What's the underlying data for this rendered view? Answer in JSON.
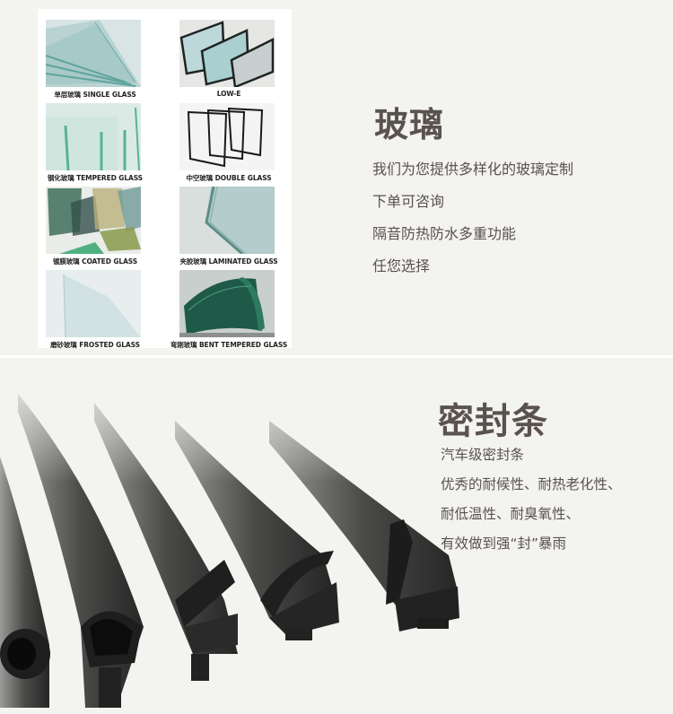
{
  "glass_section": {
    "title": "玻璃",
    "lines": [
      "我们为您提供多样化的玻璃定制",
      "下单可咨询",
      "隔音防热防水多重功能",
      "任您选择"
    ],
    "products": [
      {
        "label": "单层玻璃 SINGLE GLASS"
      },
      {
        "label": "LOW-E"
      },
      {
        "label": "钢化玻璃 TEMPERED GLASS"
      },
      {
        "label": "中空玻璃 DOUBLE GLASS"
      },
      {
        "label": "镀膜玻璃 COATED GLASS"
      },
      {
        "label": "夹胶玻璃 LAMINATED GLASS"
      },
      {
        "label": "磨砂玻璃 FROSTED GLASS"
      },
      {
        "label": "弯刚玻璃 BENT TEMPERED GLASS"
      }
    ]
  },
  "seal_section": {
    "title": "密封条",
    "lines": [
      "汽车级密封条",
      "优秀的耐候性、耐热老化性、",
      "耐低温性、耐臭氧性、",
      "有效做到强“封”暴雨"
    ]
  },
  "colors": {
    "background": "#f3f3ef",
    "heading": "#5a524e",
    "rubber": "#2b2b2b"
  }
}
